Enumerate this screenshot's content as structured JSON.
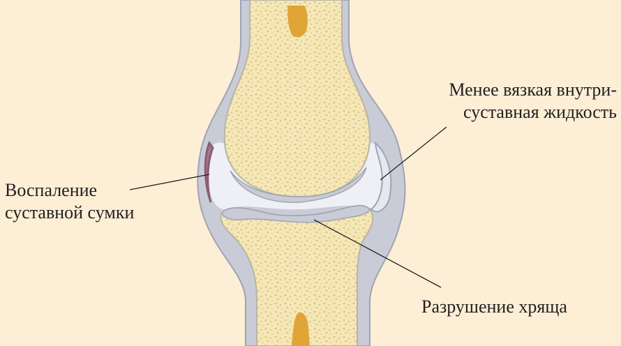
{
  "labels": {
    "fluid": [
      "Менее вязкая внутри-",
      "суставная жидкость"
    ],
    "bursa": [
      "Воспаление",
      "суставной сумки"
    ],
    "cartilage": "Разрушение хряща"
  },
  "colors": {
    "background": "#fcefd6",
    "bone": "#f6e7b8",
    "bone_pores": "#dcc98a",
    "marrow": "#e0a437",
    "capsule": "#c9ccd6",
    "capsule_edge": "#9fa4b3",
    "fluid": "#eef0f5",
    "inflamed": "#a9758f",
    "leader_line": "#231f20"
  }
}
